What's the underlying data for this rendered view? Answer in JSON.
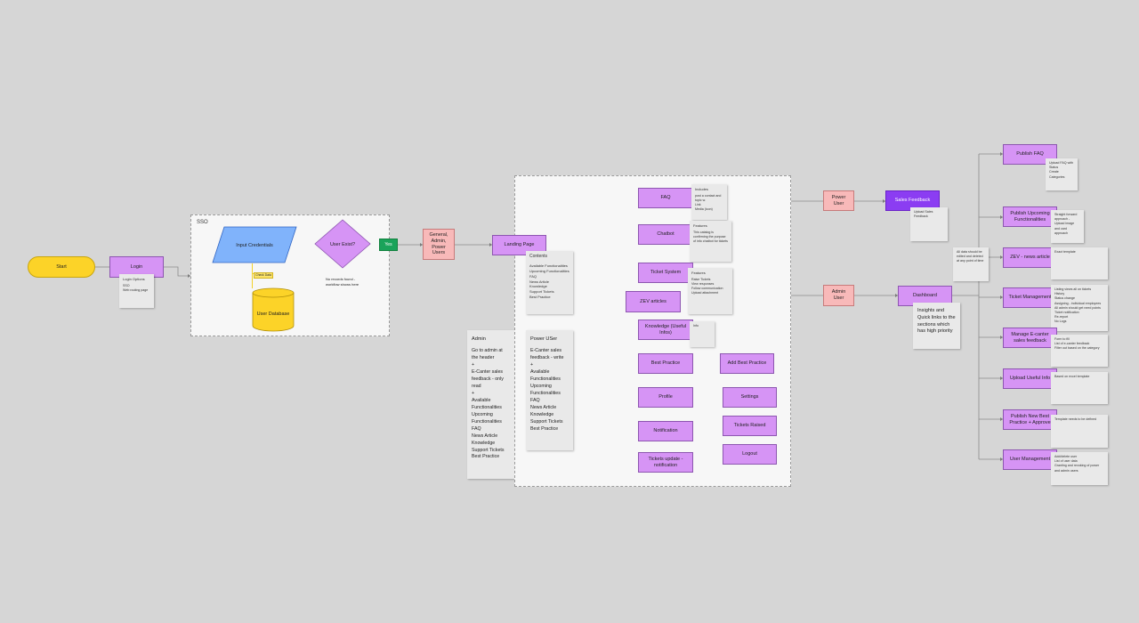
{
  "flow": {
    "start": "Start",
    "login": "Login",
    "login_options": {
      "title": "Login Options",
      "items": [
        "SSO",
        "Web routing page"
      ]
    },
    "sso_frame_title": "SSO",
    "input_credentials": "Input Credentials",
    "user_exist": "User Exist?",
    "yes": "Yes",
    "check_data": "Check Data",
    "user_database": "User Database",
    "no_records_note": [
      "No records found -",
      "workflow shows here"
    ],
    "user_types": [
      "General,",
      "Admin,",
      "Power",
      "Users"
    ],
    "landing_page": "Landing Page",
    "contents": {
      "title": "Contents",
      "items": [
        "Available Functionalities",
        "Upcoming Functionalities",
        "FAQ",
        "News Article",
        "Knowledge",
        "Support Tickets",
        "Best Practice"
      ]
    },
    "admin_note": {
      "title": "Admin",
      "lines": [
        "Go to admin at the header",
        "+",
        "E-Canter sales feedback - only read",
        "+",
        "Available Functionalities",
        "Upcoming Functionalities",
        "FAQ",
        "News Article",
        "Knowledge",
        "Support Tickets",
        "Best Practice"
      ]
    },
    "power_user_note": {
      "title": "Power USer",
      "lines": [
        "E-Canter sales feedback - write",
        "+",
        "Available Functionalities",
        "Upcoming Functionalities",
        "FAQ",
        "News Article",
        "Knowledge",
        "Support Tickets",
        "Best Practice"
      ]
    },
    "modules": {
      "faq": "FAQ",
      "chatbot": "Chatbot",
      "ticket_system": "Ticket System",
      "zev_articles": "ZEV articles",
      "knowledge": "Knowledge (Useful Infos)",
      "best_practice": "Best Practice",
      "add_best_practice": "Add Best Practice",
      "profile": "Profile",
      "settings": "Settings",
      "tickets_raised": "Tickets Raised",
      "logout": "Logout",
      "notification": "Notification",
      "tickets_update": "Tickets update - notification"
    },
    "faq_note": {
      "title": "Includes",
      "items": [
        "post a contact and topic w.",
        "Link",
        "Media (icon)"
      ]
    },
    "chatbot_note": {
      "title": "Features",
      "items": [
        "This catalog is confirming the purpose of info chatbot for tickets"
      ]
    },
    "ticket_note": {
      "title": "Features",
      "items": [
        "Raise Tickets",
        "View responses",
        "Follow communication",
        "Upload attachment"
      ]
    },
    "knowledge_note": "Info",
    "power_user": "Power User",
    "sales_feedback": "Sales Feedback",
    "upload_sales_feedback": "Upload Sales Feedback",
    "admin_user": "Admin User",
    "dashboard": "Dashboard",
    "insights_note": "Insights and Quick links to the sections which has high priority",
    "data_note": "All data should be edited and deleted at any point of time",
    "admin_actions": [
      {
        "label": "Publish FAQ",
        "note": [
          "Upload FAQ with Status",
          "",
          "Create Categories"
        ]
      },
      {
        "label": "Publish Upcoming Functionalities",
        "note": [
          "Straight forward approach - Upload image and card approach"
        ]
      },
      {
        "label": "ZEV - news article",
        "note": [
          "Exact template"
        ]
      },
      {
        "label": "Ticket Management",
        "note": [
          "Listing views all on tickets",
          "",
          "History",
          "Status change",
          "Assigning - individual employees",
          "All admin should get need points",
          "Ticket notification",
          "Re-report",
          "No Logs"
        ]
      },
      {
        "label": "Manage E-canter sales feedback",
        "note": [
          "Form to fill",
          "List of e-canter feedback",
          "Filter out based on the category"
        ]
      },
      {
        "label": "Upload Useful Info",
        "note": [
          "Based on excel template"
        ]
      },
      {
        "label": "Publish New Best Practice + Approve",
        "note": [
          "Template needs to be defined"
        ]
      },
      {
        "label": "User Management",
        "note": [
          "Add/delete user",
          "List of user data",
          "Granting and revoking of power and admin users"
        ]
      }
    ]
  }
}
